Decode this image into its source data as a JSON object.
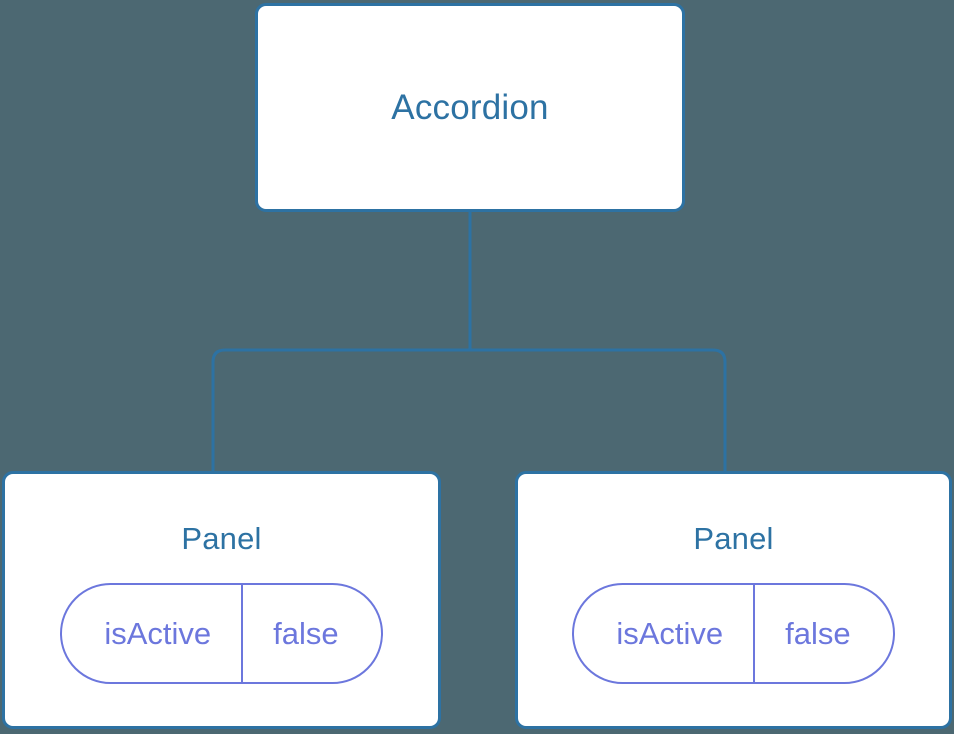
{
  "diagram": {
    "background_color": "#4c6872",
    "node_border_color": "#2d72a3",
    "node_fill_color": "#ffffff",
    "node_title_color": "#2d72a3",
    "state_accent_color": "#6c77dd",
    "connector_color": "#2d72a3",
    "root": {
      "title": "Accordion"
    },
    "children": [
      {
        "title": "Panel",
        "state": {
          "key": "isActive",
          "value": "false"
        }
      },
      {
        "title": "Panel",
        "state": {
          "key": "isActive",
          "value": "false"
        }
      }
    ]
  }
}
